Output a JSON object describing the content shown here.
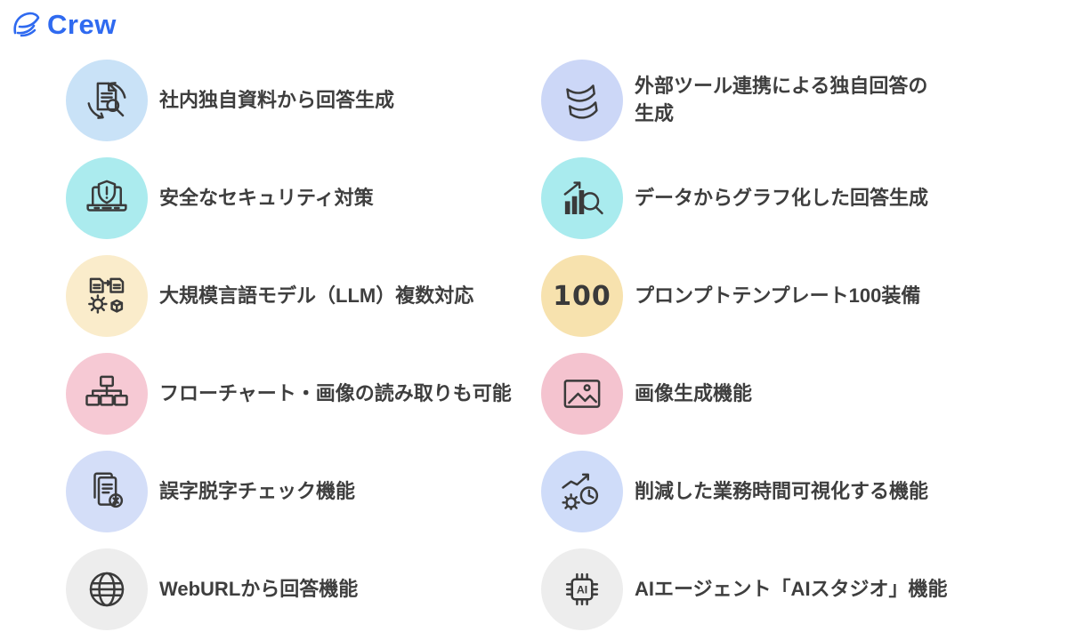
{
  "logo": {
    "text": "Crew",
    "color": "#2f6af0"
  },
  "features": [
    {
      "label": "社内独自資料から回答生成",
      "color": "#c9e2f7",
      "icon": "document-search"
    },
    {
      "label": "外部ツール連携による独自回答の\n生成",
      "color": "#ccd7f7",
      "icon": "ribbon-flow"
    },
    {
      "label": "安全なセキュリティ対策",
      "color": "#abebee",
      "icon": "security-laptop-shield"
    },
    {
      "label": "データからグラフ化した回答生成",
      "color": "#a9ebee",
      "icon": "chart-magnifier"
    },
    {
      "label": "大規模言語モデル（LLM）複数対応",
      "color": "#faeccb",
      "icon": "documents-gear"
    },
    {
      "label": "プロンプトテンプレート100装備",
      "color": "#f7e2ae",
      "icon": "hundred",
      "icon_text": "100"
    },
    {
      "label": "フローチャート・画像の読み取りも可能",
      "color": "#f6c9d4",
      "icon": "flowchart"
    },
    {
      "label": "画像生成機能",
      "color": "#f4c3cf",
      "icon": "image"
    },
    {
      "label": "誤字脱字チェック機能",
      "color": "#d4def8",
      "icon": "document-error"
    },
    {
      "label": "削減した業務時間可視化する機能",
      "color": "#cfdcf9",
      "icon": "time-visualization"
    },
    {
      "label": "WebURLから回答機能",
      "color": "#ededed",
      "icon": "globe"
    },
    {
      "label": "AIエージェント「AIスタジオ」機能",
      "color": "#ededed",
      "icon": "ai-chip",
      "icon_text": "AI"
    }
  ]
}
